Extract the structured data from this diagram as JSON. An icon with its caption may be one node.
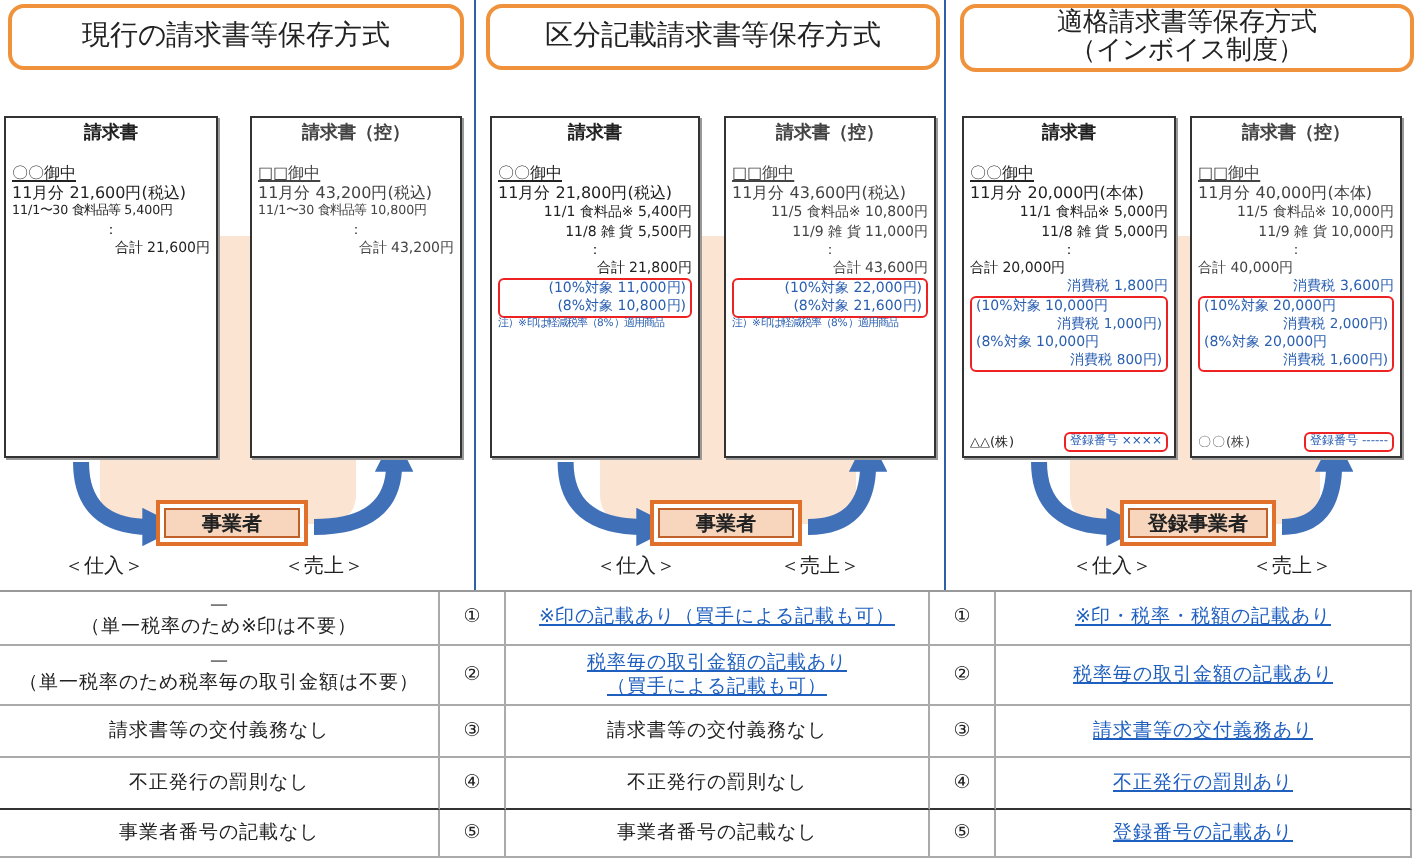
{
  "diagram": {
    "nodes": [
      {
        "text": [
          "現行の請求書等保存方式"
        ]
      },
      {
        "text": [
          "区分記載請求書等保存方式"
        ]
      },
      {
        "text": [
          "適格請求書等保存方式（インボイス制度）"
        ]
      },
      {
        "text": [
          "請求書",
          "〇〇御中",
          "11月分 21,600円(税込)",
          "11/1〜30 食料品等 5,400円",
          "：",
          "合計 21,600円"
        ]
      },
      {
        "text": [
          "請求書（控）",
          "□□御中",
          "11月分 43,200円(税込)",
          "11/1〜30 食料品等 10,800円",
          "：",
          "合計 43,200円"
        ]
      },
      {
        "text": [
          "請求書",
          "〇〇御中",
          "11月分 21,800円(税込)",
          "11/1 食料品※ 5,400円",
          "11/8 雑 貨 5,500円",
          "：",
          "合計 21,800円",
          "(10%対象 11,000円)",
          "(8%対象 10,800円)",
          "注）※印は軽減税率（8%）適用商品"
        ]
      },
      {
        "text": [
          "請求書（控）",
          "□□御中",
          "11月分 43,600円(税込)",
          "11/5 食料品※ 10,800円",
          "11/9 雑 貨 11,000円",
          "：",
          "合計 43,600円",
          "(10%対象 22,000円)",
          "(8%対象 21,600円)",
          "注）※印は軽減税率（8%）適用商品"
        ]
      },
      {
        "text": [
          "請求書",
          "〇〇御中",
          "11月分 20,000円(本体)",
          "11/1 食料品※ 5,000円",
          "11/8 雑 貨 5,000円",
          "：",
          "合計 20,000円",
          "消費税 1,800円",
          "(10%対象 10,000円",
          "消費税 1,000円)",
          "(8%対象 10,000円",
          "消費税 800円)",
          "△△(株)",
          "登録番号 ××××"
        ]
      },
      {
        "text": [
          "請求書（控）",
          "□□御中",
          "11月分 40,000円(本体)",
          "11/5 食料品※ 10,000円",
          "11/9 雑 貨 10,000円",
          "：",
          "合計 40,000円",
          "消費税 3,600円",
          "(10%対象 20,000円",
          "消費税 2,000円)",
          "(8%対象 20,000円",
          "消費税 1,600円)",
          "〇〇(株)",
          "登録番号 ------"
        ]
      },
      {
        "text": [
          "事業者"
        ]
      },
      {
        "text": [
          "事業者"
        ]
      },
      {
        "text": [
          "登録事業者"
        ]
      }
    ],
    "edges": [
      {
        "from": 3,
        "to": 9,
        "arrow": "to"
      },
      {
        "from": 9,
        "to": 4,
        "arrow": "to"
      },
      {
        "from": 5,
        "to": 10,
        "arrow": "to"
      },
      {
        "from": 10,
        "to": 6,
        "arrow": "to"
      },
      {
        "from": 7,
        "to": 11,
        "arrow": "to"
      },
      {
        "from": 11,
        "to": 8,
        "arrow": "to"
      }
    ],
    "labels": [
      "＜仕入＞",
      "＜売上＞",
      "＜仕入＞",
      "＜売上＞",
      "＜仕入＞",
      "＜売上＞",
      "—",
      "（単一税率のため※印は不要）",
      "①",
      "※印の記載あり（買手による記載も可）",
      "①",
      "※印・税率・税額の記載あり",
      "—",
      "（単一税率のため税率毎の取引金額は不要）",
      "②",
      "税率毎の取引金額の記載あり（買手による記載も可）",
      "②",
      "税率毎の取引金額の記載あり",
      "請求書等の交付義務なし",
      "③",
      "請求書等の交付義務なし",
      "③",
      "請求書等の交付義務あり",
      "不正発行の罰則なし",
      "④",
      "不正発行の罰則なし",
      "④",
      "不正発行の罰則あり",
      "事業者番号の記載なし",
      "⑤",
      "事業者番号の記載なし",
      "⑤",
      "登録番号の記載あり"
    ]
  }
}
